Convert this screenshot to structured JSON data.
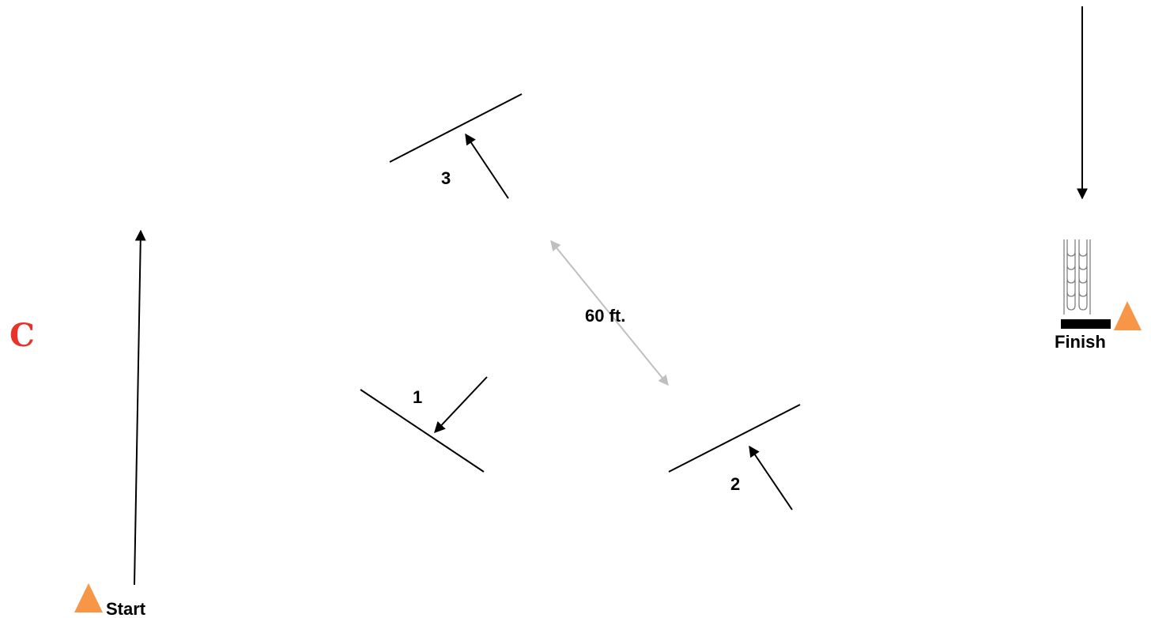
{
  "course": {
    "arena_letter": "C",
    "start_label": "Start",
    "finish_label": "Finish",
    "distance_label": "60 ft.",
    "jumps": [
      {
        "number": "1"
      },
      {
        "number": "2"
      },
      {
        "number": "3"
      }
    ]
  },
  "colors": {
    "cone": "#F79646",
    "letter": "#E8332A",
    "line": "#000000",
    "distance_line": "#BFBFBF",
    "finish_standard": "#7F7F7F"
  }
}
